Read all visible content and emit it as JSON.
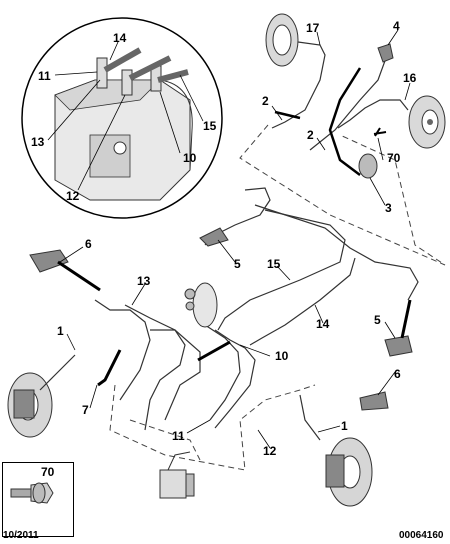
{
  "callouts": {
    "c1a": "1",
    "c1b": "1",
    "c2a": "2",
    "c2b": "2",
    "c3": "3",
    "c4": "4",
    "c5a": "5",
    "c5b": "5",
    "c6a": "6",
    "c6b": "6",
    "c7": "7",
    "c10a": "10",
    "c10b": "10",
    "c11a": "11",
    "c11b": "11",
    "c12a": "12",
    "c12b": "12",
    "c13a": "13",
    "c13b": "13",
    "c14a": "14",
    "c14b": "14",
    "c15a": "15",
    "c15b": "15",
    "c16": "16",
    "c17": "17",
    "c70": "70"
  },
  "inset": {
    "label": "70"
  },
  "footer": {
    "date": "10/2011",
    "ref": "00064160"
  }
}
